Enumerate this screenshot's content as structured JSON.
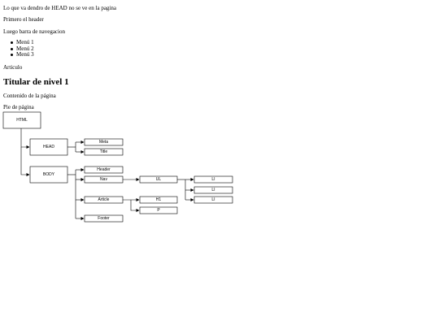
{
  "texts": {
    "head_note": "Lo que va dendro de HEAD no se ve en la pagina",
    "header_note": "Primero el header",
    "nav_note": "Luego barra de navegacion",
    "article_note": "Articulo",
    "heading": "Titular de nivel 1",
    "content": "Contenido de la página",
    "footer": "Pie de página"
  },
  "menu": [
    "Menú 1",
    "Menú 2",
    "Menú 3"
  ],
  "tree": {
    "html": "HTML",
    "head": "HEAD",
    "body": "BODY",
    "meta": "Meta",
    "title": "Title",
    "header": "Header",
    "nav": "Nav",
    "article": "Article",
    "footer": "Footer",
    "ul": "UL",
    "h1": "H1",
    "p": "P",
    "li": [
      "LI",
      "LI",
      "LI"
    ]
  }
}
